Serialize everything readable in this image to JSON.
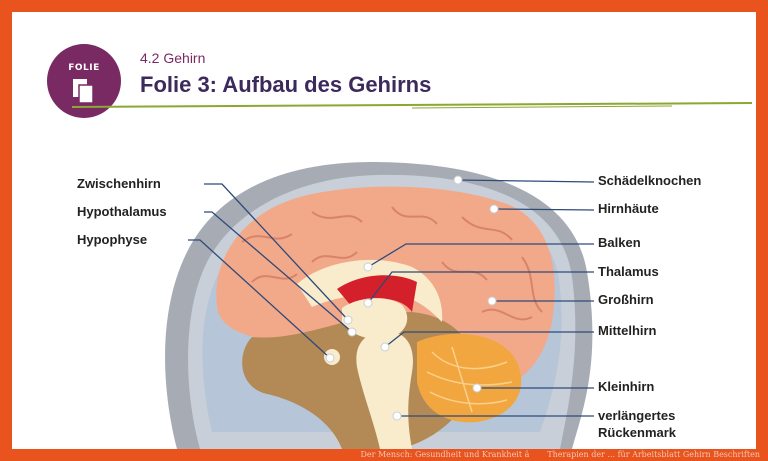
{
  "badge": {
    "label": "FOLIE"
  },
  "header": {
    "subtitle": "4.2 Gehirn",
    "title": "Folie 3: Aufbau des Gehirns"
  },
  "labels_left": [
    "Zwischenhirn",
    "Hypothalamus",
    "Hypophyse"
  ],
  "labels_right": [
    "Schädelknochen",
    "Hirnhäute",
    "Balken",
    "Thalamus",
    "Großhirn",
    "Mittelhirn",
    "Kleinhirn",
    "verlängertes",
    "Rückenmark"
  ],
  "footer": {
    "caption": "Der Mensch: Gesundheit und Krankheit ä  Therapien der ... für Arbeitsblatt Gehirn Beschriften"
  },
  "colors": {
    "frame": "#e8531e",
    "badge": "#7a2a63",
    "title": "#3c2a5c",
    "accent_line": "#8aa832",
    "brain": "#f2a98a",
    "skull": "#c9cfd8",
    "pointer": "#2e4a7a"
  }
}
